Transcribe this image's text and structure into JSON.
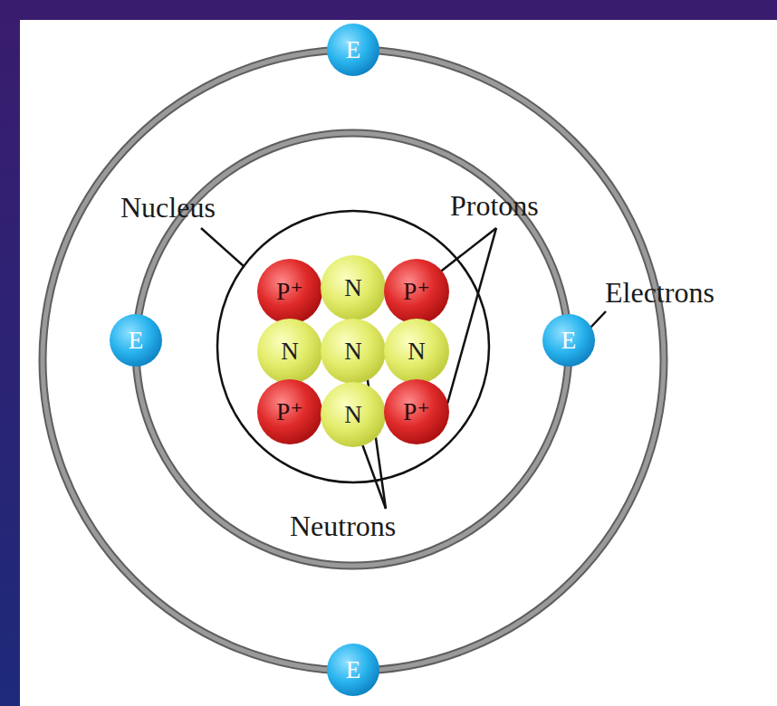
{
  "diagram": {
    "nodes": [
      {
        "text": [
          "E"
        ]
      },
      {
        "text": [
          "P⁺"
        ]
      },
      {
        "text": [
          "N"
        ]
      },
      {
        "text": [
          "P⁺"
        ]
      },
      {
        "text": [
          "E"
        ]
      },
      {
        "text": [
          "N"
        ]
      },
      {
        "text": [
          "N"
        ]
      },
      {
        "text": [
          "N"
        ]
      },
      {
        "text": [
          "E"
        ]
      },
      {
        "text": [
          "P⁺"
        ]
      },
      {
        "text": [
          "N"
        ]
      },
      {
        "text": [
          "P⁺"
        ]
      },
      {
        "text": [
          "E"
        ]
      }
    ],
    "labels": [
      "Nucleus",
      "Protons",
      "Electrons",
      "Neutrons"
    ]
  }
}
